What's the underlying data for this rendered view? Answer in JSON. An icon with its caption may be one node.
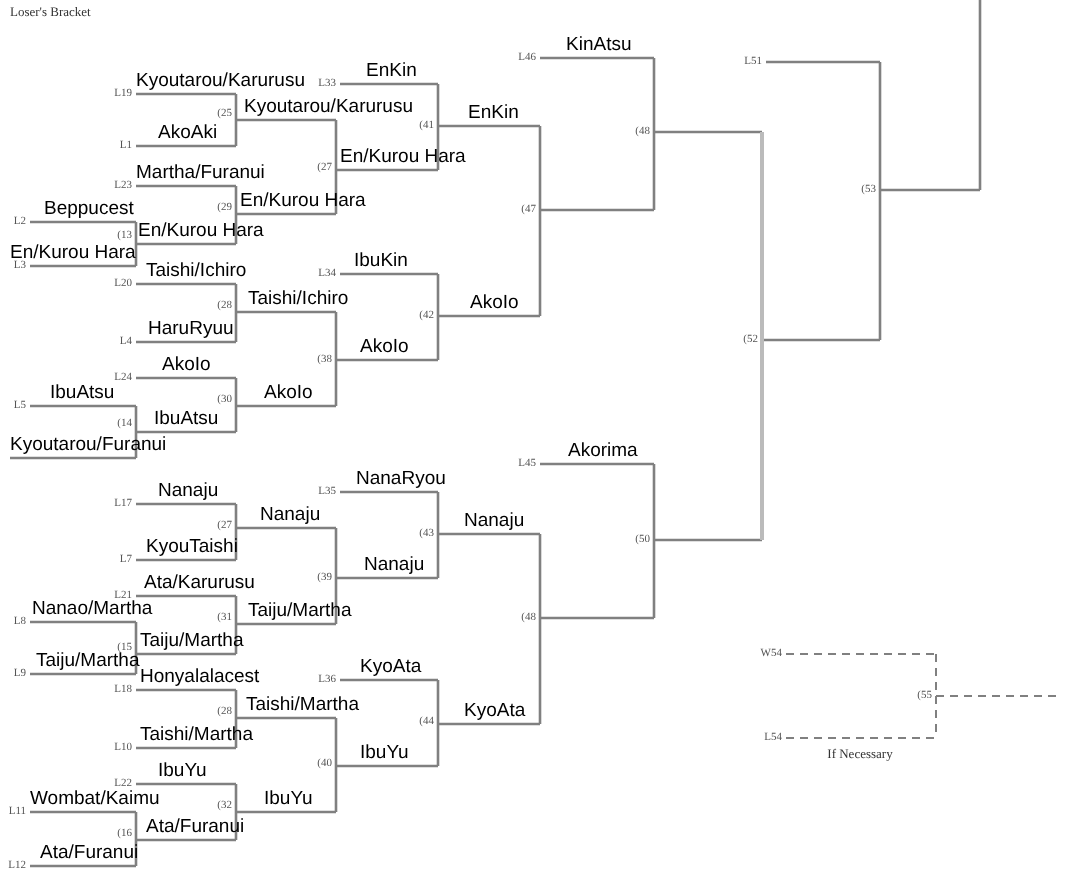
{
  "diagram": {
    "title": "Loser's Bracket",
    "labels": [
      "KinAtsu",
      "Kyoutarou/Karurusu",
      "EnKin",
      "Kyoutarou/Karurusu",
      "EnKin",
      "AkoAki",
      "Martha/Furanui",
      "En/Kurou Hara",
      "En/Kurou Hara",
      "Beppucest",
      "En/Kurou Hara",
      "En/Kurou Hara",
      "IbuKin",
      "Taishi/Ichiro",
      "Taishi/Ichiro",
      "AkoIo",
      "HaruRyuu",
      "AkoIo",
      "AkoIo",
      "IbuAtsu",
      "AkoIo",
      "IbuAtsu",
      "Kyoutarou/Furanui",
      "Akorima",
      "NanaRyou",
      "Nanaju",
      "Nanaju",
      "Nanaju",
      "KyouTaishi",
      "Nanaju",
      "Ata/Karurusu",
      "Nanao/Martha",
      "Taiju/Martha",
      "Taiju/Martha",
      "Taiju/Martha",
      "KyoAta",
      "Honyalalacest",
      "Taishi/Martha",
      "KyoAta",
      "Taishi/Martha",
      "IbuYu",
      "IbuYu",
      "Wombat/Kaimu",
      "IbuYu",
      "Ata/Furanui",
      "Ata/Furanui",
      "L19",
      "L1",
      "L23",
      "L2",
      "(13",
      "L3",
      "L20",
      "L4",
      "L24",
      "L5",
      "(14",
      "(25",
      "(29",
      "(28",
      "(30",
      "(27",
      "(38",
      "L33",
      "L34",
      "(41",
      "(42",
      "(47",
      "L46",
      "(48",
      "L51",
      "(52",
      "(53",
      "L17",
      "L7",
      "(27",
      "L21",
      "L8",
      "L9",
      "(15",
      "(31",
      "(39",
      "L35",
      "(43",
      "L18",
      "L10",
      "(28",
      "L22",
      "L11",
      "L12",
      "(16",
      "(32",
      "(40",
      "L36",
      "(44",
      "L45",
      "(48",
      "(50",
      "W54",
      "L54",
      "(55",
      "If Necessary"
    ]
  }
}
